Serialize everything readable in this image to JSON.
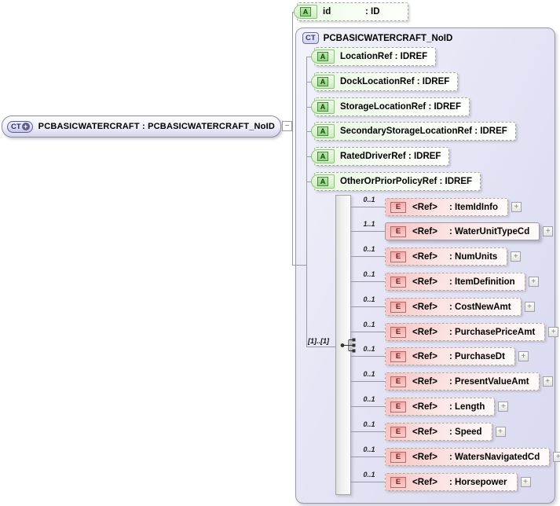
{
  "ui": {
    "expand_glyph": "+",
    "collapse_glyph": "−"
  },
  "colors": {
    "attribute_green": "#8FD77D",
    "element_pink": "#F6C2C2",
    "container_lavender": "#E4E4F6",
    "connector_gray": "#9A9AA6"
  },
  "root_element": {
    "badge": "CT",
    "badge_plus": "+",
    "label": "PCBASICWATERCRAFT : PCBASICWATERCRAFT_NoID"
  },
  "id_attribute": {
    "badge": "A",
    "name": "id",
    "type": ": ID"
  },
  "complex_type": {
    "badge": "CT",
    "title": "PCBASICWATERCRAFT_NoID",
    "attributes": [
      {
        "badge": "A",
        "label": "LocationRef : IDREF"
      },
      {
        "badge": "A",
        "label": "DockLocationRef : IDREF"
      },
      {
        "badge": "A",
        "label": "StorageLocationRef : IDREF"
      },
      {
        "badge": "A",
        "label": "SecondaryStorageLocationRef : IDREF"
      },
      {
        "badge": "A",
        "label": "RatedDriverRef : IDREF"
      },
      {
        "badge": "A",
        "label": "OtherOrPriorPolicyRef : IDREF"
      }
    ],
    "compositor": {
      "occurrence": "[1]..[1]"
    },
    "elements": [
      {
        "badge": "E",
        "name": "<Ref>",
        "type": ": ItemIdInfo",
        "cardinality": "0..1",
        "required": false
      },
      {
        "badge": "E",
        "name": "<Ref>",
        "type": ": WaterUnitTypeCd",
        "cardinality": "1..1",
        "required": true
      },
      {
        "badge": "E",
        "name": "<Ref>",
        "type": ": NumUnits",
        "cardinality": "0..1",
        "required": false
      },
      {
        "badge": "E",
        "name": "<Ref>",
        "type": ": ItemDefinition",
        "cardinality": "0..1",
        "required": false
      },
      {
        "badge": "E",
        "name": "<Ref>",
        "type": ": CostNewAmt",
        "cardinality": "0..1",
        "required": false
      },
      {
        "badge": "E",
        "name": "<Ref>",
        "type": ": PurchasePriceAmt",
        "cardinality": "0..1",
        "required": false
      },
      {
        "badge": "E",
        "name": "<Ref>",
        "type": ": PurchaseDt",
        "cardinality": "0..1",
        "required": false
      },
      {
        "badge": "E",
        "name": "<Ref>",
        "type": ": PresentValueAmt",
        "cardinality": "0..1",
        "required": false
      },
      {
        "badge": "E",
        "name": "<Ref>",
        "type": ": Length",
        "cardinality": "0..1",
        "required": false
      },
      {
        "badge": "E",
        "name": "<Ref>",
        "type": ": Speed",
        "cardinality": "0..1",
        "required": false
      },
      {
        "badge": "E",
        "name": "<Ref>",
        "type": ": WatersNavigatedCd",
        "cardinality": "0..1",
        "required": false
      },
      {
        "badge": "E",
        "name": "<Ref>",
        "type": ": Horsepower",
        "cardinality": "0..1",
        "required": false
      }
    ]
  }
}
